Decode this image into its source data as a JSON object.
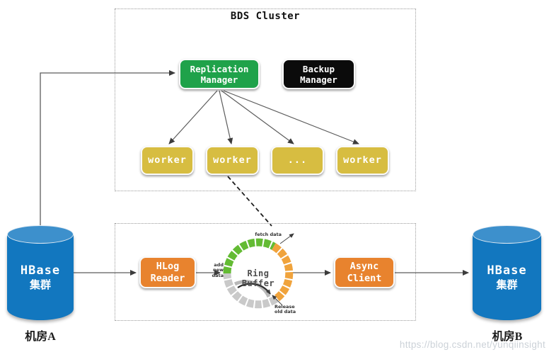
{
  "diagram": {
    "bds_cluster": {
      "title": "BDS Cluster",
      "replication_manager": {
        "line1": "Replication",
        "line2": "Manager"
      },
      "backup_manager": {
        "line1": "Backup",
        "line2": "Manager"
      },
      "workers": [
        {
          "label": "worker"
        },
        {
          "label": "worker"
        },
        {
          "label": "..."
        },
        {
          "label": "worker"
        }
      ]
    },
    "pipeline": {
      "hlog_reader": {
        "line1": "HLog",
        "line2": "Reader"
      },
      "ring_buffer": {
        "label": "Ring Buffer",
        "fetch_annotation": "fetch data",
        "add_annotation_line1": "add new",
        "add_annotation_line2": "data",
        "release_annotation_line1": "Release",
        "release_annotation_line2": "old data"
      },
      "async_client": {
        "line1": "Async",
        "line2": "Client"
      }
    },
    "cluster_a": {
      "name": "HBase",
      "subtitle": "集群",
      "caption": "机房A"
    },
    "cluster_b": {
      "name": "HBase",
      "subtitle": "集群",
      "caption": "机房B"
    },
    "watermark": "https://blog.csdn.net/yunqiinsight",
    "colors": {
      "replication_green": "#1fa24a",
      "backup_black": "#0b0b0b",
      "worker_yellow": "#d7bd41",
      "pipeline_orange": "#e8832e",
      "hbase_blue": "#1277bf",
      "ring_green": "#63bb33",
      "ring_orange": "#f0a33c",
      "ring_gray": "#c9c9c9"
    }
  }
}
